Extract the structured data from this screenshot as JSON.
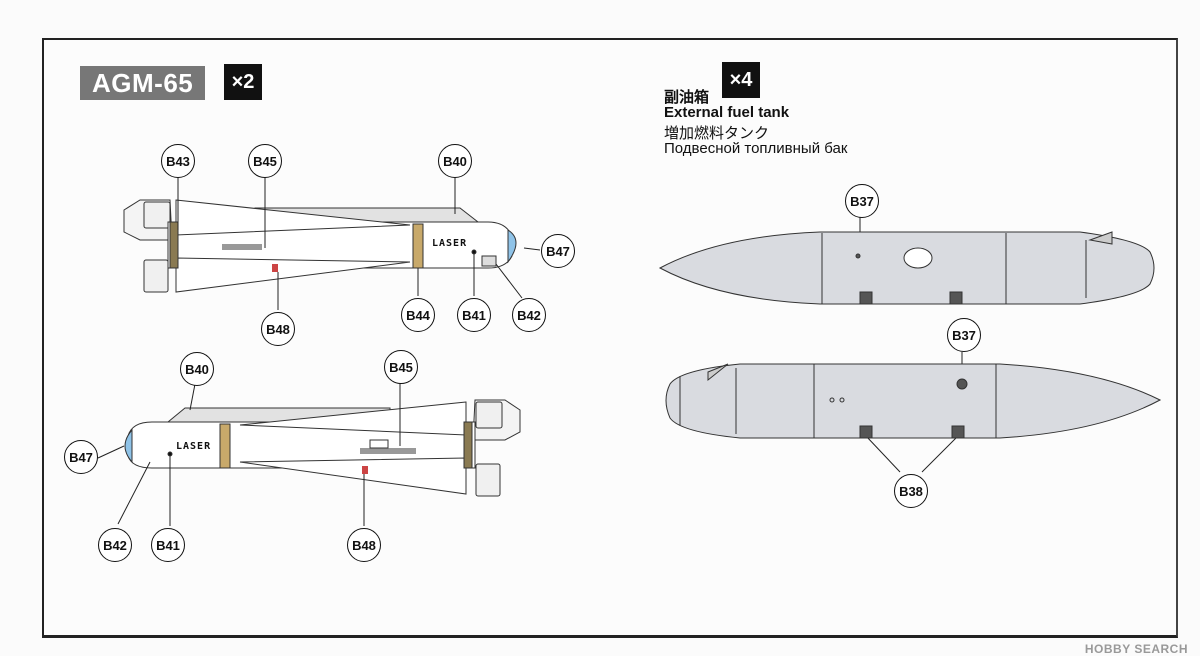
{
  "missile_section": {
    "title": "AGM-65",
    "quantity": "×2",
    "laser_label": "LASER"
  },
  "tank_section": {
    "quantity": "×4",
    "name_cn": "副油箱",
    "name_en": "External fuel tank",
    "name_jp": "増加燃料タンク",
    "name_ru": "Подвесной топливный бак"
  },
  "missile_top_callouts": [
    "B43",
    "B45",
    "B40",
    "B47",
    "B44",
    "B41",
    "B42",
    "B48"
  ],
  "missile_bottom_callouts": [
    "B40",
    "B45",
    "B47",
    "B42",
    "B41",
    "B48"
  ],
  "tank_top_callouts": [
    "B37"
  ],
  "tank_bottom_callouts": [
    "B37",
    "B38"
  ],
  "watermark": "HOBBY SEARCH"
}
